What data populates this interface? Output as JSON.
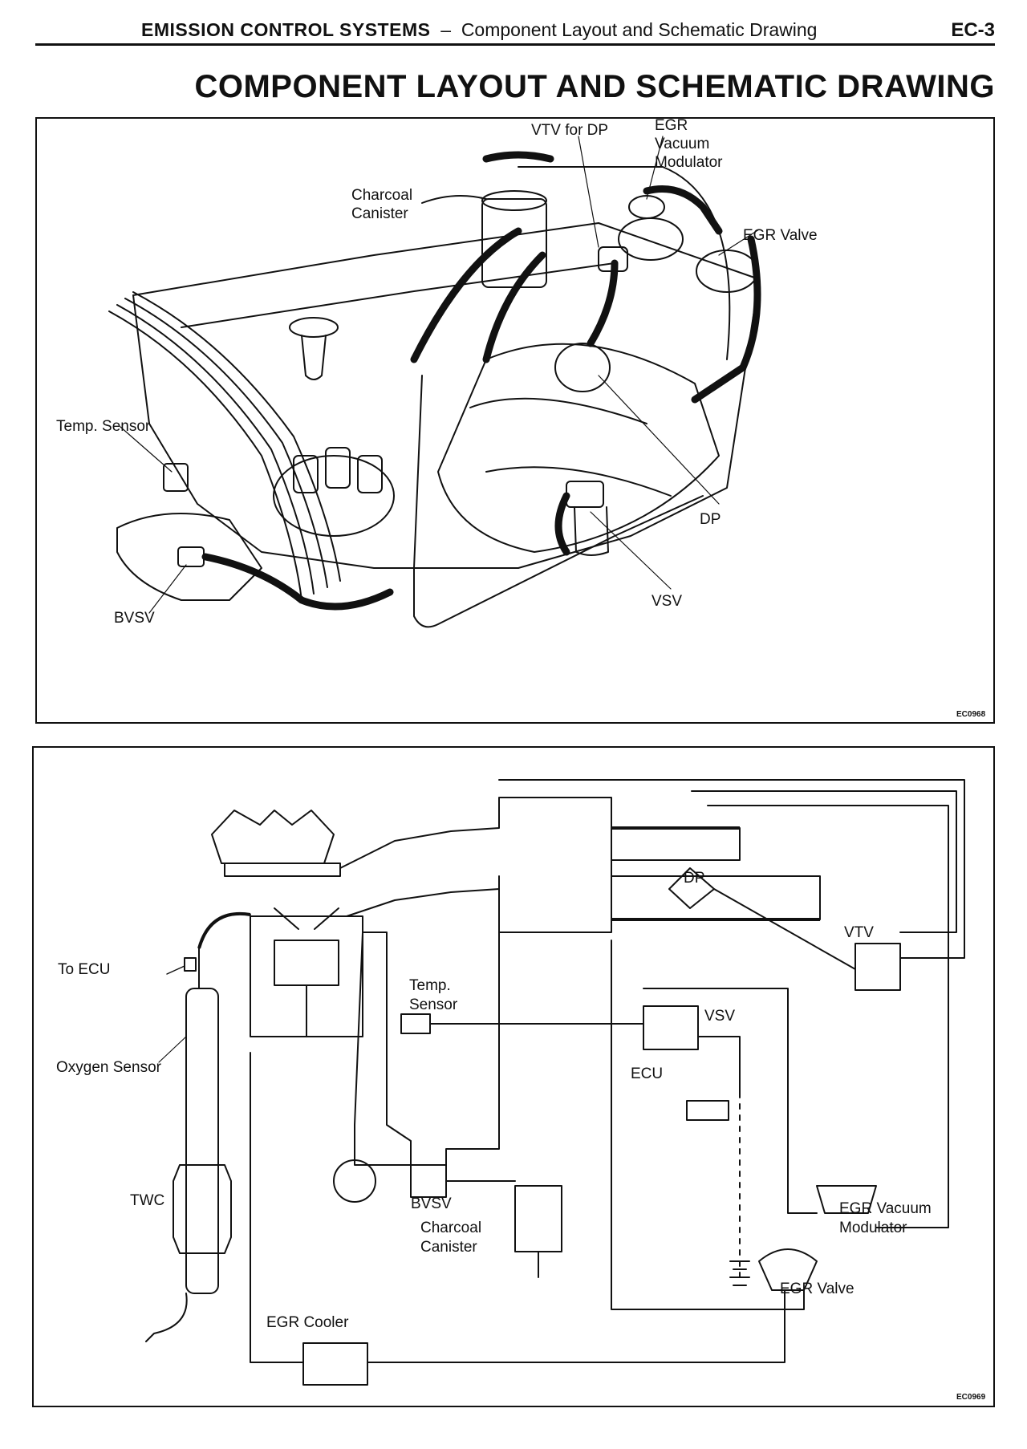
{
  "header": {
    "section_title": "EMISSION CONTROL SYSTEMS",
    "section_subtitle": "Component Layout and Schematic Drawing",
    "page_number": "EC-3"
  },
  "main_title": "COMPONENT LAYOUT AND SCHEMATIC DRAWING",
  "layout_figure": {
    "code": "EC0968",
    "labels": {
      "vtv_for_dp": "VTV for DP",
      "egr_vacuum_modulator": [
        "EGR",
        "Vacuum",
        "Modulator"
      ],
      "charcoal_canister": [
        "Charcoal",
        "Canister"
      ],
      "egr_valve": "EGR Valve",
      "temp_sensor": "Temp. Sensor",
      "dp": "DP",
      "vsv": "VSV",
      "bvsv": "BVSV"
    }
  },
  "schematic_figure": {
    "code": "EC0969",
    "labels": {
      "dp": "DP",
      "vtv": "VTV",
      "to_ecu": "To ECU",
      "temp_sensor": [
        "Temp.",
        "Sensor"
      ],
      "vsv": "VSV",
      "oxygen_sensor": "Oxygen Sensor",
      "ecu": "ECU",
      "twc": "TWC",
      "bvsv": "BVSV",
      "egr_vacuum_modulator": [
        "EGR Vacuum",
        "Modulator"
      ],
      "charcoal_canister": [
        "Charcoal",
        "Canister"
      ],
      "egr_valve": "EGR Valve",
      "egr_cooler": "EGR Cooler"
    }
  }
}
